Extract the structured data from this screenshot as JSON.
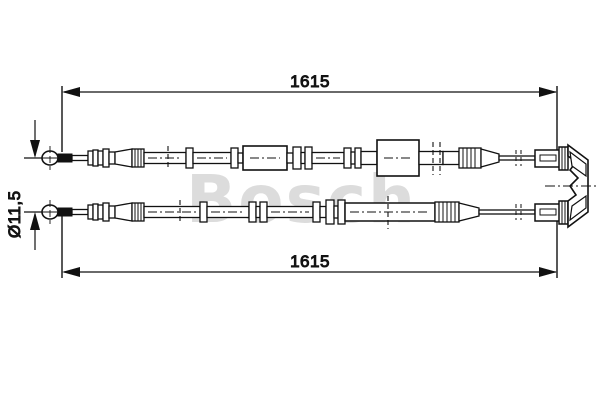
{
  "drawing": {
    "title": "Bosch brake cable technical drawing",
    "watermark": "Bosch",
    "background_color": "#ffffff",
    "line_color": "#111111",
    "watermark_color": "#dcdcdc",
    "dimensions": {
      "top_length": "1615",
      "bottom_length": "1615",
      "diameter": "Ø11,5"
    },
    "labels": {
      "top_dimension_label": "1615",
      "bottom_dimension_label": "1615",
      "diameter_label": "Ø11,5"
    },
    "parts": {
      "upper_cable_name": "upper-brake-cable",
      "lower_cable_name": "lower-brake-cable",
      "left_eyelet_name": "eyelet-end-fitting",
      "right_bracket_name": "y-yoke-bracket"
    }
  }
}
